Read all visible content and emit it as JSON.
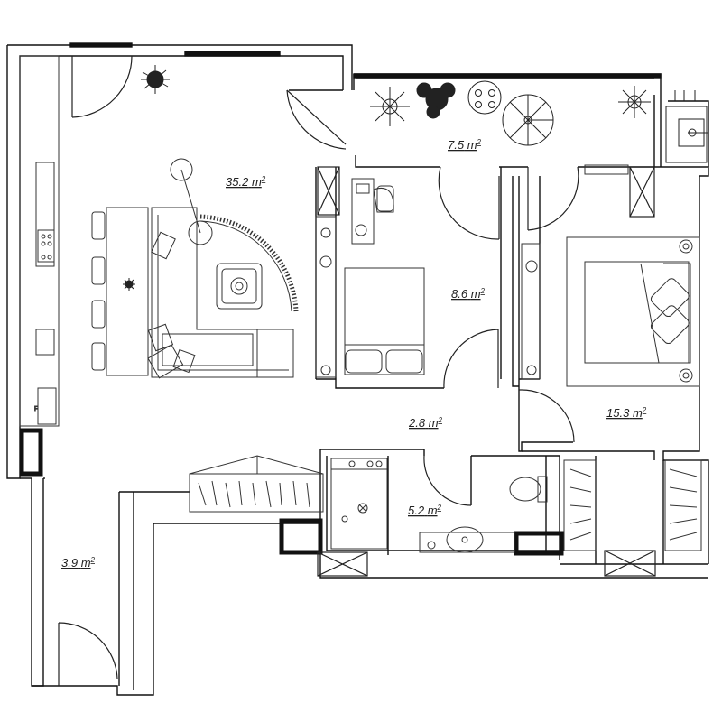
{
  "plan": {
    "colors": {
      "wall": "#111111",
      "line": "#333333",
      "background": "#ffffff"
    },
    "units_label": "m",
    "units_power": "2",
    "rooms": [
      {
        "id": "living",
        "area": "35.2"
      },
      {
        "id": "balcony",
        "area": "7.5"
      },
      {
        "id": "bedroom-small",
        "area": "8.6"
      },
      {
        "id": "hallway",
        "area": "2.8"
      },
      {
        "id": "bedroom-main",
        "area": "15.3"
      },
      {
        "id": "bathroom",
        "area": "5.2"
      },
      {
        "id": "entrance",
        "area": "3.9"
      }
    ]
  }
}
